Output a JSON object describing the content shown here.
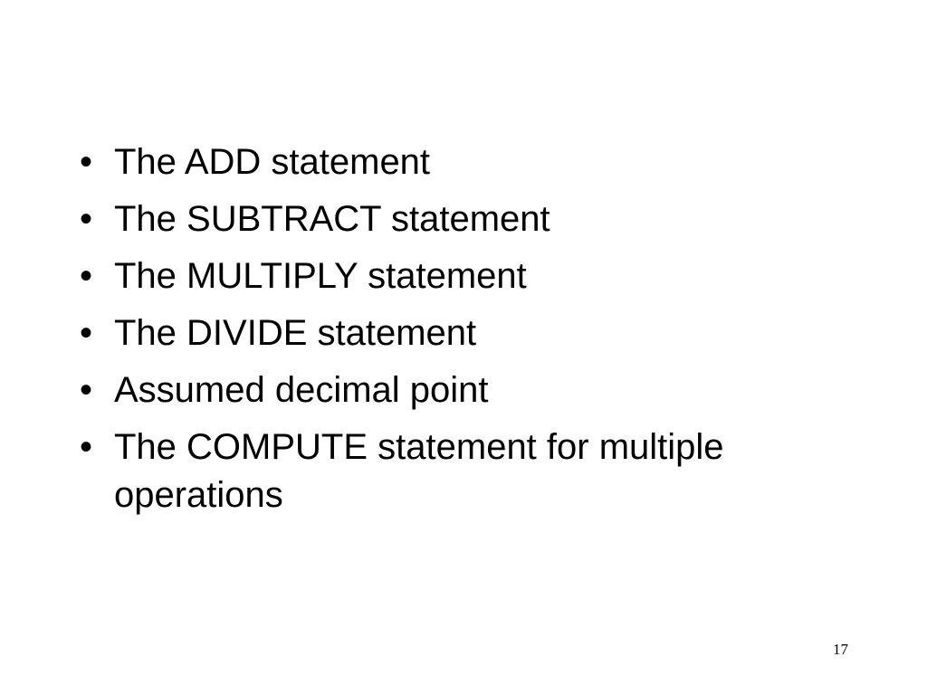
{
  "slide": {
    "bullets": [
      {
        "text": "The ADD statement"
      },
      {
        "text": "The SUBTRACT statement"
      },
      {
        "text": "The MULTIPLY statement"
      },
      {
        "text": "The DIVIDE statement"
      },
      {
        "text": "Assumed decimal point"
      },
      {
        "text": "The COMPUTE statement for multiple operations"
      }
    ],
    "bullet_glyph": "•",
    "page_number": "17"
  }
}
